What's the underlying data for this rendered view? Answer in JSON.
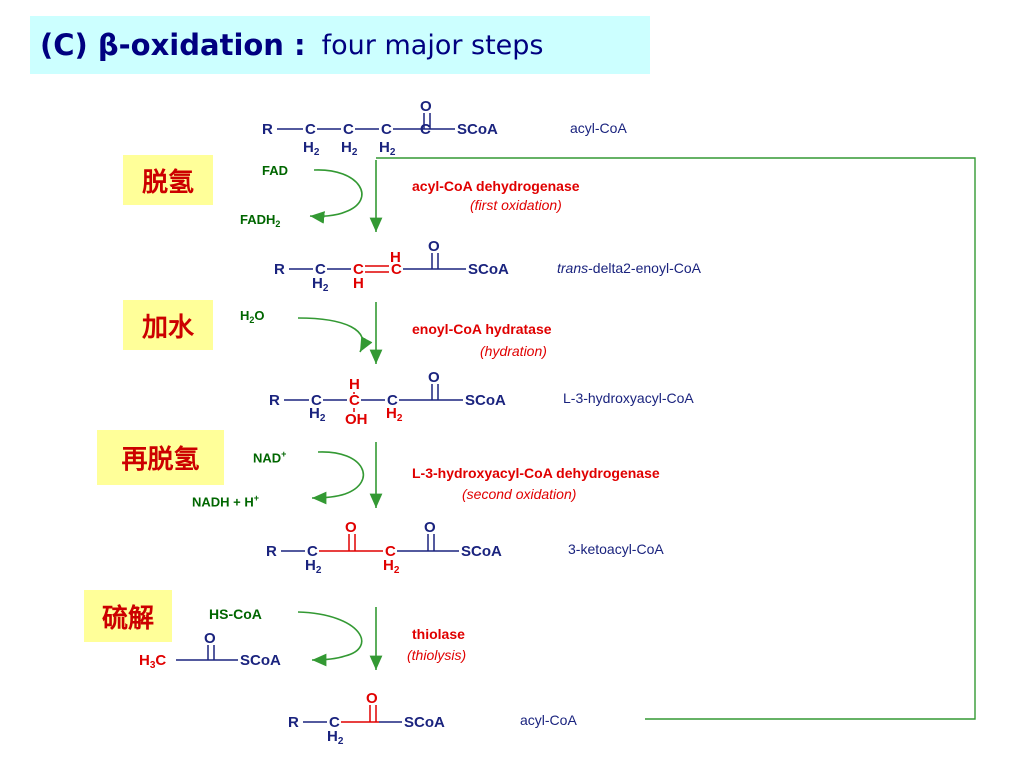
{
  "title": {
    "bold_part": "(C) β-oxidation :",
    "rest": "four major steps"
  },
  "steps": [
    {
      "cn_label": "脱氢",
      "enzyme": "acyl-CoA dehydrogenase",
      "mode": "(first oxidation)",
      "cofactor_in": "FAD",
      "cofactor_out": "FADH2"
    },
    {
      "cn_label": "加水",
      "enzyme": "enoyl-CoA hydratase",
      "mode": "(hydration)",
      "cofactor_in": "H2O"
    },
    {
      "cn_label": "再脱氢",
      "enzyme": "L-3-hydroxyacyl-CoA dehydrogenase",
      "mode": "(second oxidation)",
      "cofactor_in": "NAD+",
      "cofactor_out": "NADH + H+"
    },
    {
      "cn_label": "硫解",
      "enzyme": "thiolase",
      "mode": "(thiolysis)",
      "cofactor_in": "HS-CoA",
      "cofactor_out": "H3C-CO-SCoA"
    }
  ],
  "compounds": {
    "c1": "acyl-CoA",
    "c2_italic": "trans",
    "c2_rest": "-delta2-enoyl-CoA",
    "c3": "L-3-hydroxyacyl-CoA",
    "c4": "3-ketoacyl-CoA",
    "c5": "acyl-CoA"
  },
  "colors": {
    "title_bg": "#ccffff",
    "title_text": "#000080",
    "label_bg": "#ffff99",
    "label_text": "#cc0000",
    "enzyme_red": "#e00000",
    "cofactor_green": "#006600",
    "arrow_green": "#339933",
    "structure_blue": "#1a237e",
    "structure_red": "#e00000"
  }
}
